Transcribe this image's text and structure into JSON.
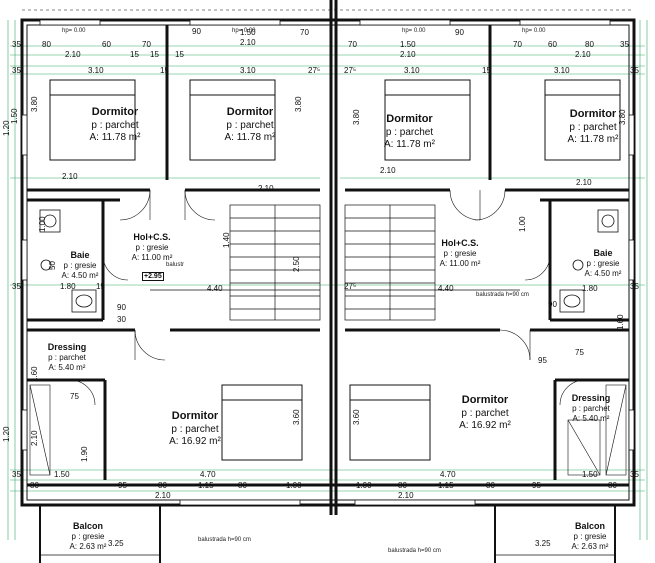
{
  "rooms": [
    {
      "name": "Dormitor",
      "floor": "p : parchet",
      "area": "A: 11.78 m²"
    },
    {
      "name": "Dormitor",
      "floor": "p : parchet",
      "area": "A: 11.78 m²"
    },
    {
      "name": "Dormitor",
      "floor": "p : parchet",
      "area": "A: 11.78 m²"
    },
    {
      "name": "Dormitor",
      "floor": "p : parchet",
      "area": "A: 11.78 m²"
    },
    {
      "name": "Hol+C.S.",
      "floor": "p : gresie",
      "area": "A: 11.00 m²"
    },
    {
      "name": "Hol+C.S.",
      "floor": "p : gresie",
      "area": "A: 11.00 m²"
    },
    {
      "name": "Baie",
      "floor": "p : gresie",
      "area": "A: 4.50 m²"
    },
    {
      "name": "Baie",
      "floor": "p : gresie",
      "area": "A: 4.50 m²"
    },
    {
      "name": "Dressing",
      "floor": "p : parchet",
      "area": "A: 5.40 m²"
    },
    {
      "name": "Dressing",
      "floor": "p : parchet",
      "area": "A: 5.40 m²"
    },
    {
      "name": "Dormitor",
      "floor": "p : parchet",
      "area": "A: 16.92 m²"
    },
    {
      "name": "Dormitor",
      "floor": "p : parchet",
      "area": "A: 16.92 m²"
    },
    {
      "name": "Balcon",
      "floor": "p : gresie",
      "area": "A: 2.63 m²"
    },
    {
      "name": "Balcon",
      "floor": "p : gresie",
      "area": "A: 2.63 m²"
    }
  ],
  "level_mark": "+2.95",
  "notes": {
    "hp": "hp= 0.00",
    "balustrada": "balustrada h=90 cm",
    "balustrada_short": "balustr"
  },
  "dims": {
    "d210": "2.10",
    "d310": "3.10",
    "d150": "1.50",
    "d470": "4.70",
    "d115": "1.15",
    "d100": "1.00",
    "d180": "1.80",
    "d440": "4.40",
    "d120": "1.20",
    "d140": "1.40",
    "d160": "1.60",
    "d190": "1.90",
    "d380": "3.80",
    "d360": "3.60",
    "d250": "2.50",
    "d325": "3.25",
    "d35": "35",
    "d80": "80",
    "d70": "70",
    "d60": "60",
    "d15": "15",
    "d90": "90",
    "d95": "95",
    "d30": "30",
    "d50": "50",
    "d75": "75",
    "d275": "27⁵"
  }
}
